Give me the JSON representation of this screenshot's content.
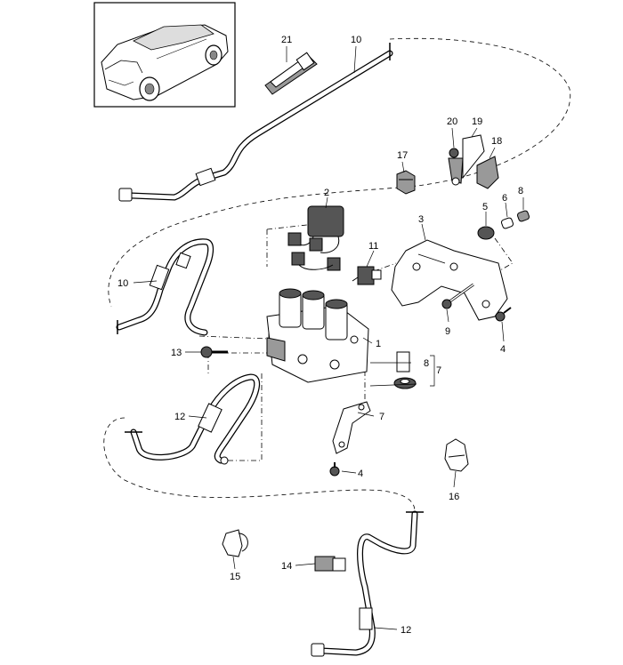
{
  "callouts": {
    "c1": "1",
    "c2": "2",
    "c3": "3",
    "c4a": "4",
    "c4b": "4",
    "c5": "5",
    "c6": "6",
    "c7a": "7",
    "c7b": "7",
    "c8a": "8",
    "c8b": "8",
    "c9": "9",
    "c10a": "10",
    "c10b": "10",
    "c11": "11",
    "c12a": "12",
    "c12b": "12",
    "c13": "13",
    "c14": "14",
    "c15": "15",
    "c16": "16",
    "c17": "17",
    "c18": "18",
    "c19": "19",
    "c20": "20",
    "c21": "21"
  }
}
